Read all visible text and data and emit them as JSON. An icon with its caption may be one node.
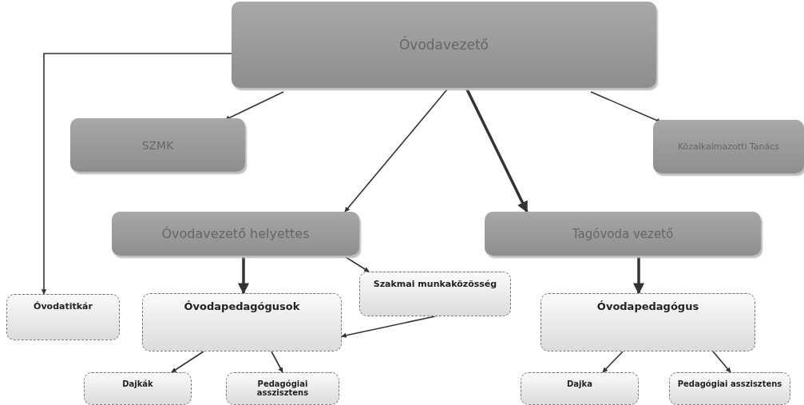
{
  "diagram": {
    "nodes": [
      {
        "text": [
          "Óvodavezető"
        ]
      },
      {
        "text": [
          "SZMK"
        ]
      },
      {
        "text": [
          "Közalkalmazotti Tanács"
        ]
      },
      {
        "text": [
          "Óvodavezető helyettes"
        ]
      },
      {
        "text": [
          "Tagóvoda vezető"
        ]
      },
      {
        "text": [
          "Óvodatitkár"
        ]
      },
      {
        "text": [
          "Szakmai munkaközösség"
        ]
      },
      {
        "text": [
          "Óvodapedagógusok"
        ]
      },
      {
        "text": [
          "Óvodapedagógus"
        ]
      },
      {
        "text": [
          "Dajkák"
        ]
      },
      {
        "text": [
          "Pedagógiai asszisztens"
        ]
      },
      {
        "text": [
          "Dajka"
        ]
      },
      {
        "text": [
          "Pedagógiai asszisztens"
        ]
      }
    ],
    "edges": [
      {
        "from": 0,
        "to": 5,
        "arrow": "to"
      },
      {
        "from": 0,
        "to": 1,
        "arrow": "to"
      },
      {
        "from": 0,
        "to": 3,
        "arrow": "to"
      },
      {
        "from": 0,
        "to": 4,
        "arrow": "to",
        "style": "thick"
      },
      {
        "from": 0,
        "to": 2,
        "arrow": "to"
      },
      {
        "from": 3,
        "to": 7,
        "arrow": "to",
        "style": "thick"
      },
      {
        "from": 3,
        "to": 6,
        "arrow": "to"
      },
      {
        "from": 6,
        "to": 7,
        "arrow": "to"
      },
      {
        "from": 7,
        "to": 9,
        "arrow": "to"
      },
      {
        "from": 7,
        "to": 10,
        "arrow": "to"
      },
      {
        "from": 4,
        "to": 8,
        "arrow": "to",
        "style": "thick"
      },
      {
        "from": 8,
        "to": 11,
        "arrow": "to"
      },
      {
        "from": 8,
        "to": 12,
        "arrow": "to"
      }
    ]
  }
}
